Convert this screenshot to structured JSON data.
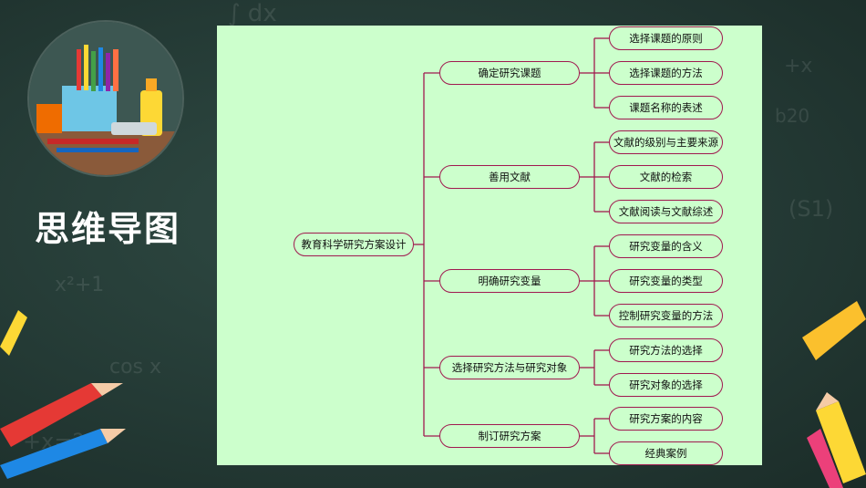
{
  "sidebar": {
    "title": "思维导图"
  },
  "mindmap": {
    "root": "教育科学研究方案设计",
    "branches": [
      {
        "label": "确定研究课题",
        "children": [
          "选择课题的原则",
          "选择课题的方法",
          "课题名称的表述"
        ]
      },
      {
        "label": "善用文献",
        "children": [
          "文献的级别与主要来源",
          "文献的检索",
          "文献阅读与文献综述"
        ]
      },
      {
        "label": "明确研究变量",
        "children": [
          "研究变量的含义",
          "研究变量的类型",
          "控制研究变量的方法"
        ]
      },
      {
        "label": "选择研究方法与研究对象",
        "children": [
          "研究方法的选择",
          "研究对象的选择"
        ]
      },
      {
        "label": "制订研究方案",
        "children": [
          "研究方案的内容",
          "经典案例"
        ]
      }
    ]
  },
  "colors": {
    "node_border": "#a0194f",
    "panel_bg": "#ccffcc",
    "board": "#2a4540"
  }
}
